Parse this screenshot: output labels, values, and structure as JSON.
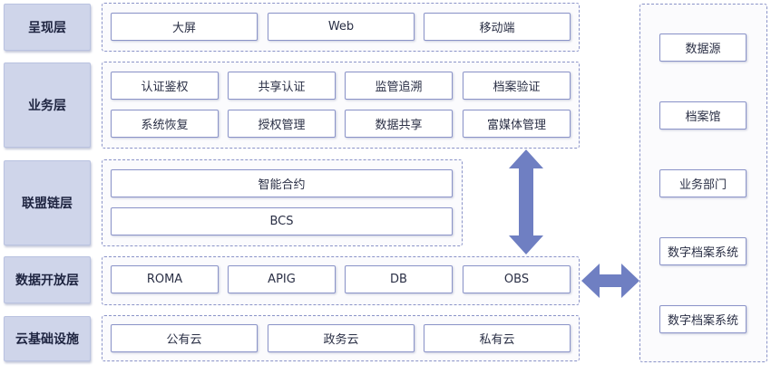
{
  "layers": [
    {
      "label": "呈现层"
    },
    {
      "label": "业务层"
    },
    {
      "label": "联盟链层"
    },
    {
      "label": "数据开放层"
    },
    {
      "label": "云基础设施"
    }
  ],
  "presentation": {
    "items": [
      "大屏",
      "Web",
      "移动端"
    ]
  },
  "business": {
    "row1": [
      "认证鉴权",
      "共享认证",
      "监管追溯",
      "档案验证"
    ],
    "row2": [
      "系统恢复",
      "授权管理",
      "数据共享",
      "富媒体管理"
    ]
  },
  "chain": {
    "items": [
      "智能合约",
      "BCS"
    ]
  },
  "open_data": {
    "items": [
      "ROMA",
      "APIG",
      "DB",
      "OBS"
    ]
  },
  "cloud": {
    "items": [
      "公有云",
      "政务云",
      "私有云"
    ]
  },
  "right_panel": {
    "items": [
      "数据源",
      "档案馆",
      "业务部门",
      "数字档案系统",
      "数字档案系统"
    ]
  },
  "colors": {
    "label_bg": "#cfd5ea",
    "border": "#8a93c8",
    "arrow": "#6f7fc2"
  }
}
